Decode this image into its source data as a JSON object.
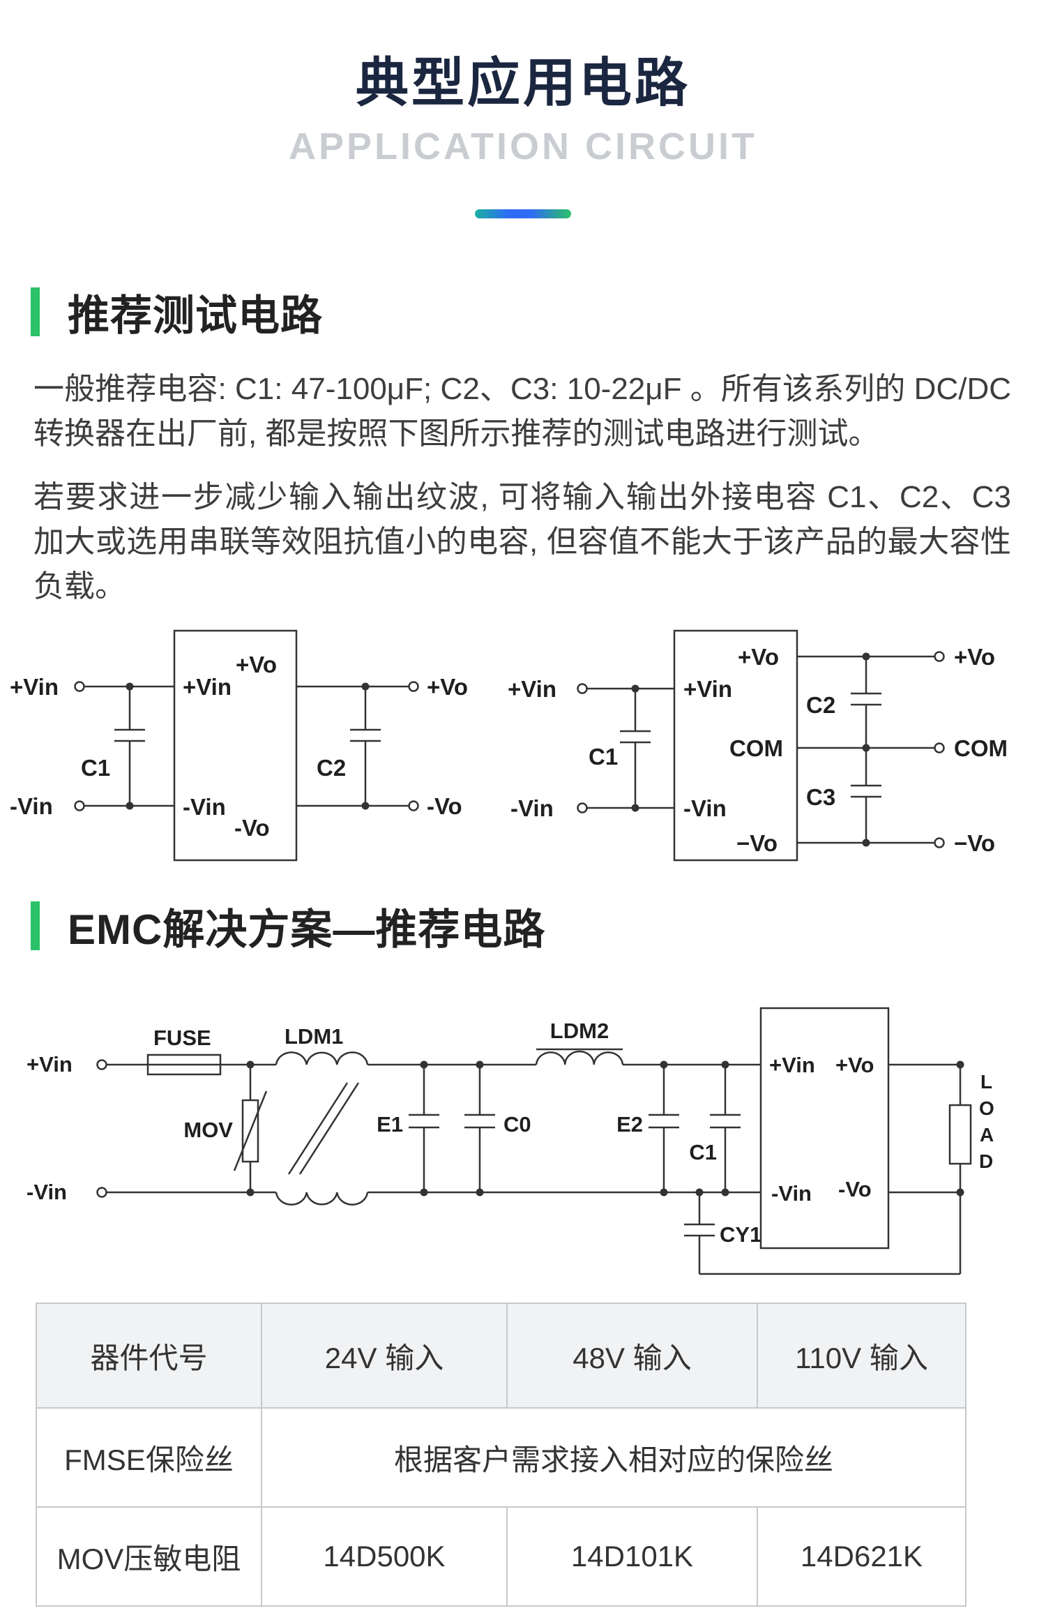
{
  "page": {
    "title": "典型应用电路",
    "subtitle": "APPLICATION CIRCUIT"
  },
  "colors": {
    "accent_green": "#2bc168",
    "divider_gradient": [
      "#1ab0a0",
      "#2e6cf5",
      "#2bc168"
    ],
    "title_color": "#1b2740"
  },
  "section_test": {
    "heading": "推荐测试电路",
    "para1": "一般推荐电容: C1: 47-100μF; C2、C3: 10-22μF 。所有该系列的 DC/DC 转换器在出厂前, 都是按照下图所示推荐的测试电路进行测试。",
    "para2": "若要求进一步减少输入输出纹波, 可将输入输出外接电容 C1、C2、C3 加大或选用串联等效阻抗值小的电容, 但容值不能大于该产品的最大容性负载。"
  },
  "test_circuits": {
    "single_output": {
      "vin_pos": "+Vin",
      "vin_neg": "-Vin",
      "c1": "C1",
      "c2": "C2",
      "pin_in_pos": "+Vin",
      "pin_in_neg": "-Vin",
      "pin_out_pos": "+Vo",
      "pin_out_neg": "-Vo",
      "vout_pos": "+Vo",
      "vout_neg": "-Vo"
    },
    "dual_output": {
      "vin_pos": "+Vin",
      "vin_neg": "-Vin",
      "c1": "C1",
      "c2": "C2",
      "c3": "C3",
      "pin_in_pos": "+Vin",
      "pin_in_neg": "-Vin",
      "pin_out_pos": "+Vo",
      "pin_com": "COM",
      "pin_out_neg": "−Vo",
      "vout_pos": "+Vo",
      "vout_com": "COM",
      "vout_neg": "−Vo"
    }
  },
  "section_emc": {
    "heading": "EMC解决方案—推荐电路"
  },
  "emc_circuit": {
    "vin_pos": "+Vin",
    "vin_neg": "-Vin",
    "fuse": "FUSE",
    "mov": "MOV",
    "ldm1": "LDM1",
    "ldm2": "LDM2",
    "e1": "E1",
    "c0": "C0",
    "e2": "E2",
    "c1": "C1",
    "cy1": "CY1",
    "pin_in_pos": "+Vin",
    "pin_in_neg": "-Vin",
    "pin_out_pos": "+Vo",
    "pin_out_neg": "-Vo",
    "load_letters": [
      "L",
      "O",
      "A",
      "D"
    ]
  },
  "table": {
    "headers": [
      "器件代号",
      "24V 输入",
      "48V 输入",
      "110V 输入"
    ],
    "rows": [
      {
        "label": "FMSE保险丝",
        "span_value": "根据客户需求接入相对应的保险丝"
      },
      {
        "label": "MOV压敏电阻",
        "values": [
          "14D500K",
          "14D101K",
          "14D621K"
        ]
      }
    ]
  }
}
